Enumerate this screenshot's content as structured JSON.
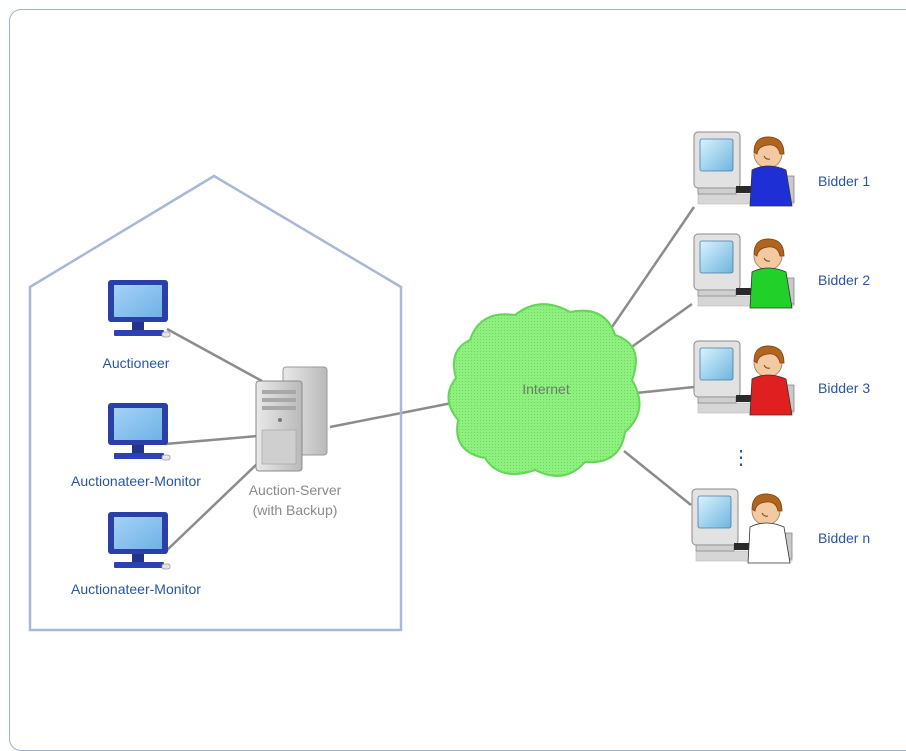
{
  "diagram": {
    "local_nodes": {
      "auctioneer": "Auctioneer",
      "monitor_1": "Auctionateer-Monitor",
      "monitor_2": "Auctionateer-Monitor"
    },
    "server": {
      "line_1": "Auction-Server",
      "line_2": "(with Backup)"
    },
    "network": "Internet",
    "bidders": [
      {
        "label": "Bidder 1",
        "shirt_color": "#1f2fd6"
      },
      {
        "label": "Bidder 2",
        "shirt_color": "#22d02a"
      },
      {
        "label": "Bidder 3",
        "shirt_color": "#e02020"
      },
      {
        "label": "Bidder n",
        "shirt_color": "#ffffff"
      }
    ],
    "ellipsis": "⋮",
    "colors": {
      "label": "#2a55a3",
      "house_outline": "#aab8d6",
      "cloud_fill": "#8ef07f",
      "connector": "#8c8c8c"
    }
  }
}
